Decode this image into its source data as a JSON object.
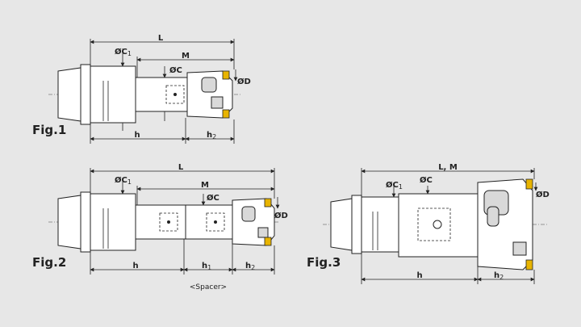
{
  "figures": {
    "fig1": {
      "label": "Fig.1",
      "dims": {
        "L": "L",
        "M": "M",
        "C1": "ØC",
        "C1_sub": "1",
        "C": "ØC",
        "D": "ØD",
        "h": "h",
        "h2": "h",
        "h2_sub": "2"
      }
    },
    "fig2": {
      "label": "Fig.2",
      "dims": {
        "L": "L",
        "M": "M",
        "C1": "ØC",
        "C1_sub": "1",
        "C": "ØC",
        "D": "ØD",
        "h": "h",
        "h1": "h",
        "h1_sub": "1",
        "h2": "h",
        "h2_sub": "2",
        "spacer": "<Spacer>"
      }
    },
    "fig3": {
      "label": "Fig.3",
      "dims": {
        "LM": "L, M",
        "C1": "ØC",
        "C1_sub": "1",
        "C": "ØC",
        "D": "ØD",
        "h": "h",
        "h2": "h",
        "h2_sub": "2"
      }
    }
  },
  "colors": {
    "background": "#e7e7e7",
    "insert": "#e8b400",
    "line": "#222222"
  }
}
